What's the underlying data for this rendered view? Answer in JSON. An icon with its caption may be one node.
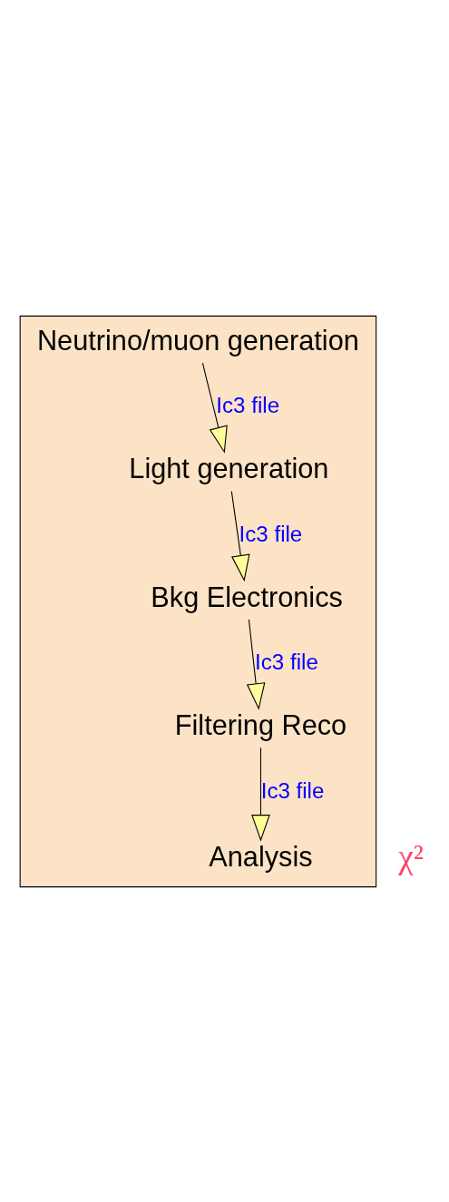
{
  "diagram": {
    "nodes": [
      {
        "text": [],
        "shape": "box"
      },
      {
        "text": [
          "Neutrino/muon generation"
        ],
        "in": 0
      },
      {
        "text": [
          "Light generation"
        ],
        "in": 0
      },
      {
        "text": [
          "Bkg Electronics"
        ],
        "in": 0
      },
      {
        "text": [
          "Filtering Reco"
        ],
        "in": 0
      },
      {
        "text": [
          "Analysis"
        ],
        "in": 0
      }
    ],
    "edges": [
      {
        "from": 1,
        "to": 2,
        "arrow": "to",
        "label": "Ic3 file"
      },
      {
        "from": 2,
        "to": 3,
        "arrow": "to",
        "label": "Ic3 file"
      },
      {
        "from": 3,
        "to": 4,
        "arrow": "to",
        "label": "Ic3 file"
      },
      {
        "from": 4,
        "to": 5,
        "arrow": "to",
        "label": "Ic3 file"
      }
    ],
    "labels": [
      "χ²"
    ]
  }
}
